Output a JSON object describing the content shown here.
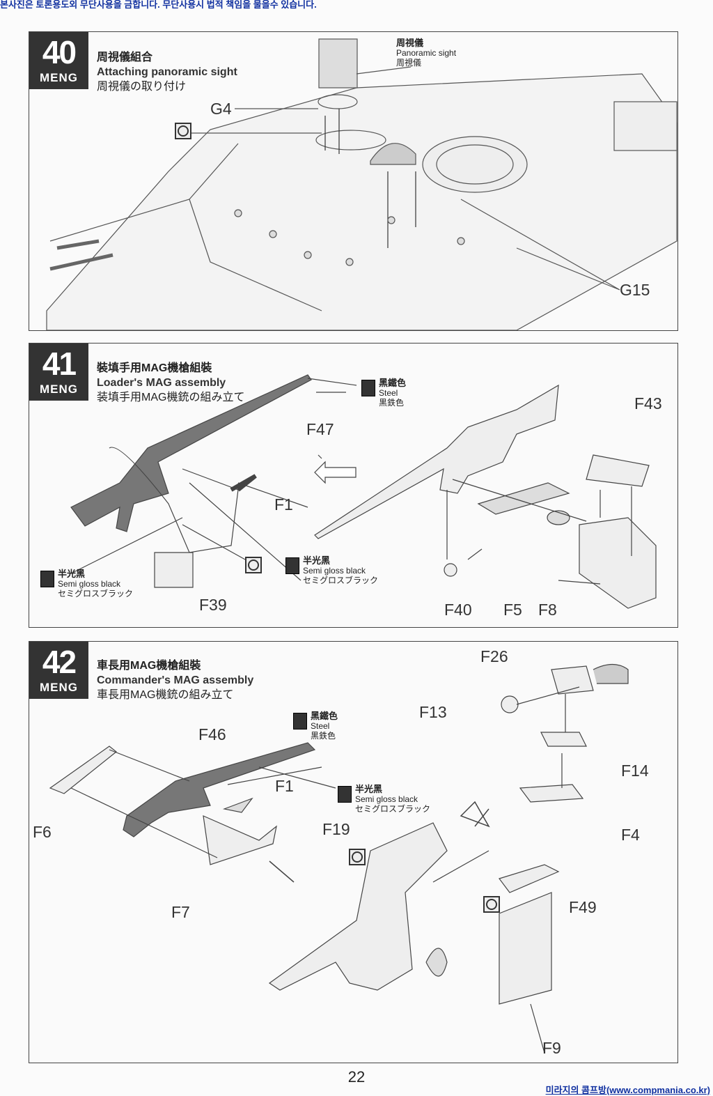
{
  "banner_top": "본사진은 토론용도외 무단사용을 금합니다. 무단사용시 법적 책임을 물을수 있습니다.",
  "footer_credit": "미라지의 콤프방(www.compmania.co.kr)",
  "brand": "MENG",
  "page_number": "22",
  "steps": [
    {
      "number": "40",
      "title_cn": "周視儀組合",
      "title_en": "Attaching panoramic sight",
      "title_jp": "周視儀の取り付け",
      "callout": {
        "cn": "周視儀",
        "en": "Panoramic sight",
        "jp": "周視儀"
      },
      "parts": [
        "G4",
        "G15"
      ]
    },
    {
      "number": "41",
      "title_cn": "裝填手用MAG機槍組裝",
      "title_en": "Loader's MAG assembly",
      "title_jp": "装填手用MAG機銃の組み立て",
      "paint_steel": {
        "cn": "黑鐵色",
        "en": "Steel",
        "jp": "黒鉄色"
      },
      "paint_semigloss_a": {
        "cn": "半光黑",
        "en": "Semi gloss black",
        "jp": "セミグロスブラック"
      },
      "paint_semigloss_b": {
        "cn": "半光黑",
        "en": "Semi gloss black",
        "jp": "セミグロスブラック"
      },
      "parts": [
        "F47",
        "F1",
        "F39",
        "F43",
        "F40",
        "F5",
        "F8"
      ]
    },
    {
      "number": "42",
      "title_cn": "車長用MAG機槍組裝",
      "title_en": "Commander's MAG assembly",
      "title_jp": "車長用MAG機銃の組み立て",
      "paint_steel": {
        "cn": "黑鐵色",
        "en": "Steel",
        "jp": "黒鉄色"
      },
      "paint_semigloss": {
        "cn": "半光黑",
        "en": "Semi gloss black",
        "jp": "セミグロスブラック"
      },
      "parts": [
        "F46",
        "F1",
        "F6",
        "F19",
        "F7",
        "F26",
        "F13",
        "F14",
        "F4",
        "F49",
        "F9"
      ]
    }
  ]
}
